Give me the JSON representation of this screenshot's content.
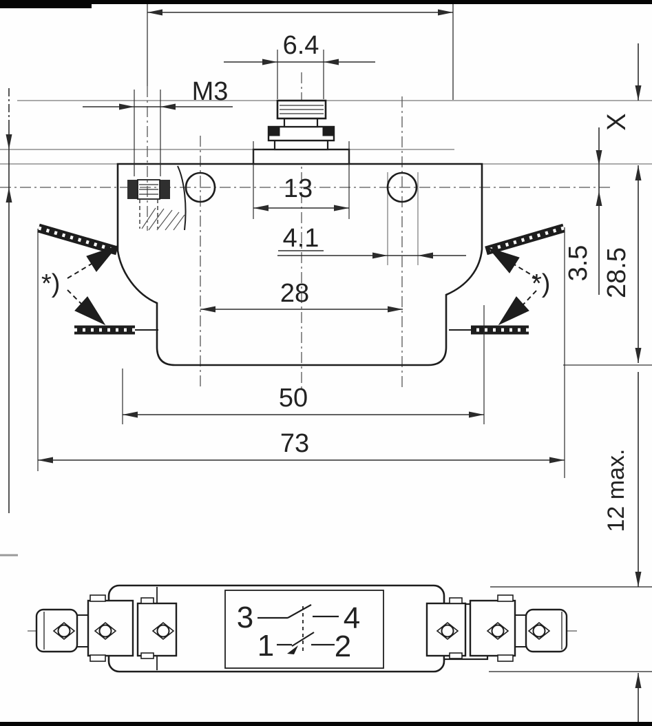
{
  "colors": {
    "ink": "#1d1d1d",
    "dim_line": "#2b2b2b",
    "construction": "#8d8d8d",
    "background": "#ffffff"
  },
  "front_view": {
    "dim_plunger_diameter": "6.4",
    "dim_thread": "M3",
    "dim_plunger_base": "13",
    "dim_slot_width": "4.1",
    "dim_hole_spacing": "28",
    "dim_mounting_width": "50",
    "dim_overall_width": "73",
    "dim_travel": "X",
    "dim_hole_offset": "3.5",
    "dim_body_height": "28.5",
    "footnote_left": "*)",
    "footnote_right": "*)"
  },
  "side_view": {
    "dim_thickness": "12 max.",
    "circuit_terminals": {
      "no_left": "3",
      "no_right": "4",
      "nc_left": "1",
      "nc_right": "2"
    }
  }
}
